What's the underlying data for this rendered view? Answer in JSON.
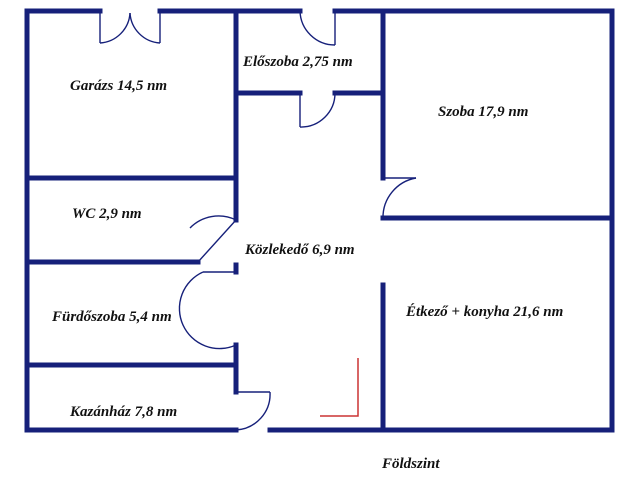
{
  "floor_label": "Földszint",
  "rooms": [
    {
      "id": "garazs",
      "label": "Garázs 14,5 nm"
    },
    {
      "id": "eloszoba",
      "label": "Előszoba 2,75 nm"
    },
    {
      "id": "szoba",
      "label": "Szoba 17,9 nm"
    },
    {
      "id": "wc",
      "label": "WC 2,9 nm"
    },
    {
      "id": "kozlekedo",
      "label": "Közlekedő 6,9 nm"
    },
    {
      "id": "furdoszoba",
      "label": "Fürdőszoba 5,4 nm"
    },
    {
      "id": "etkezo",
      "label": "Étkező + konyha 21,6 nm"
    },
    {
      "id": "kazanhaz",
      "label": "Kazánház 7,8 nm"
    }
  ],
  "colors": {
    "wall": "#16207a",
    "window": "#c3d3e8",
    "stair": "#cc3333",
    "text": "#111111"
  }
}
